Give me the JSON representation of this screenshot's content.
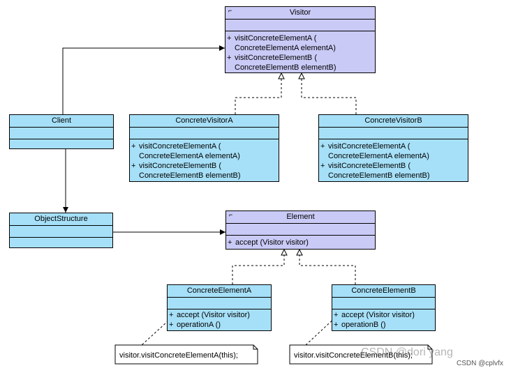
{
  "colors": {
    "concrete": "#a6e0f8",
    "abstract": "#cacaf7",
    "line": "#000000",
    "note": "#ffffff"
  },
  "classes": {
    "visitor": {
      "stereotype": "⌐",
      "name": "Visitor",
      "ops": [
        {
          "vis": "+",
          "lines": [
            "visitConcreteElementA (",
            "ConcreteElementA elementA)"
          ]
        },
        {
          "vis": "+",
          "lines": [
            "visitConcreteElementB (",
            "ConcreteElementB elementB)"
          ]
        }
      ]
    },
    "client": {
      "name": "Client"
    },
    "concrete_visitor_a": {
      "name": "ConcreteVisitorA",
      "ops": [
        {
          "vis": "+",
          "lines": [
            "visitConcreteElementA (",
            "ConcreteElementA elementA)"
          ]
        },
        {
          "vis": "+",
          "lines": [
            "visitConcreteElementB (",
            "ConcreteElementB elementB)"
          ]
        }
      ]
    },
    "concrete_visitor_b": {
      "name": "ConcreteVisitorB",
      "ops": [
        {
          "vis": "+",
          "lines": [
            "visitConcreteElementA (",
            "ConcreteElementA elementA)"
          ]
        },
        {
          "vis": "+",
          "lines": [
            "visitConcreteElementB (",
            "ConcreteElementB elementB)"
          ]
        }
      ]
    },
    "object_structure": {
      "name": "ObjectStructure"
    },
    "element": {
      "stereotype": "⌐",
      "name": "Element",
      "ops": [
        {
          "vis": "+",
          "lines": [
            "accept (Visitor visitor)"
          ]
        }
      ]
    },
    "concrete_element_a": {
      "name": "ConcreteElementA",
      "ops": [
        {
          "vis": "+",
          "lines": [
            "accept (Visitor visitor)"
          ]
        },
        {
          "vis": "+",
          "lines": [
            "operationA ()"
          ]
        }
      ]
    },
    "concrete_element_b": {
      "name": "ConcreteElementB",
      "ops": [
        {
          "vis": "+",
          "lines": [
            "accept (Visitor visitor)"
          ]
        },
        {
          "vis": "+",
          "lines": [
            "operationB ()"
          ]
        }
      ]
    }
  },
  "notes": {
    "note_a": "visitor.visitConcreteElementA(this);",
    "note_b": "visitor.visitConcreteElementB(this);"
  },
  "watermarks": {
    "main": "CSDN @dori yang",
    "corner": "CSDN @cplvfx"
  }
}
